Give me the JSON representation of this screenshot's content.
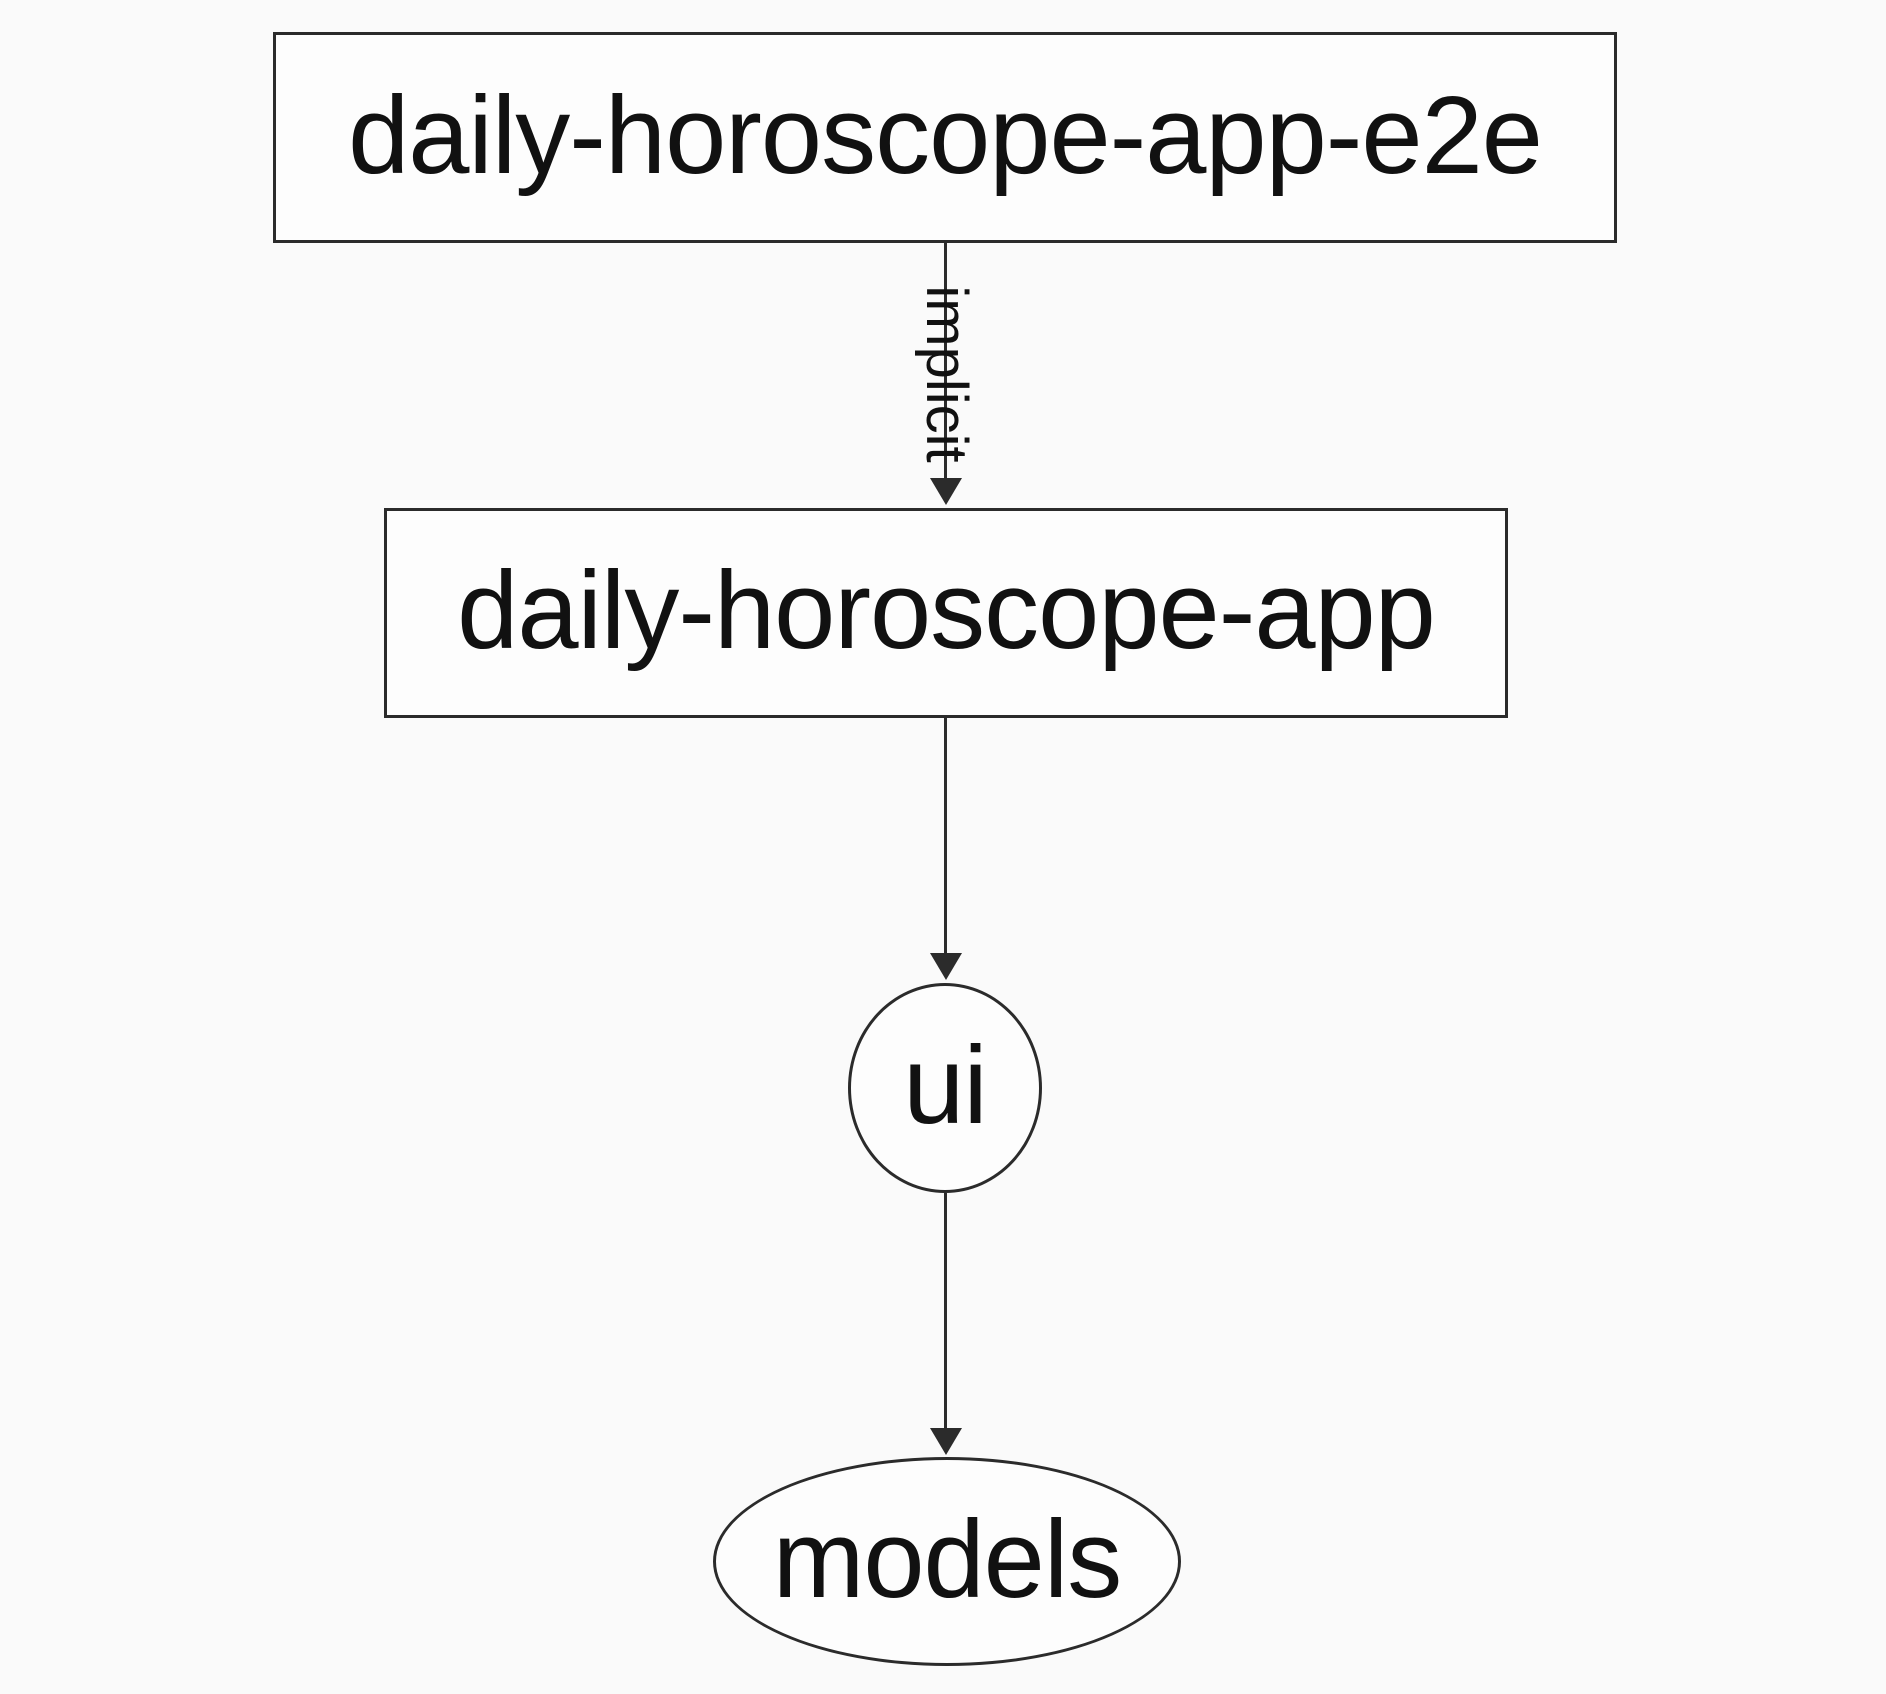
{
  "diagram": {
    "type": "dependency-graph",
    "nodes": [
      {
        "id": "daily-horoscope-app-e2e",
        "label": "daily-horoscope-app-e2e",
        "shape": "rectangle"
      },
      {
        "id": "daily-horoscope-app",
        "label": "daily-horoscope-app",
        "shape": "rectangle"
      },
      {
        "id": "ui",
        "label": "ui",
        "shape": "ellipse"
      },
      {
        "id": "models",
        "label": "models",
        "shape": "ellipse"
      }
    ],
    "edges": [
      {
        "from": "daily-horoscope-app-e2e",
        "to": "daily-horoscope-app",
        "label": "implicit",
        "label_rotation_deg": 90
      },
      {
        "from": "daily-horoscope-app",
        "to": "ui",
        "label": ""
      },
      {
        "from": "ui",
        "to": "models",
        "label": ""
      }
    ],
    "colors": {
      "stroke": "#2b2b2b",
      "text": "#111111",
      "node_fill": "#fdfdfd",
      "background": "#fafafa"
    }
  }
}
